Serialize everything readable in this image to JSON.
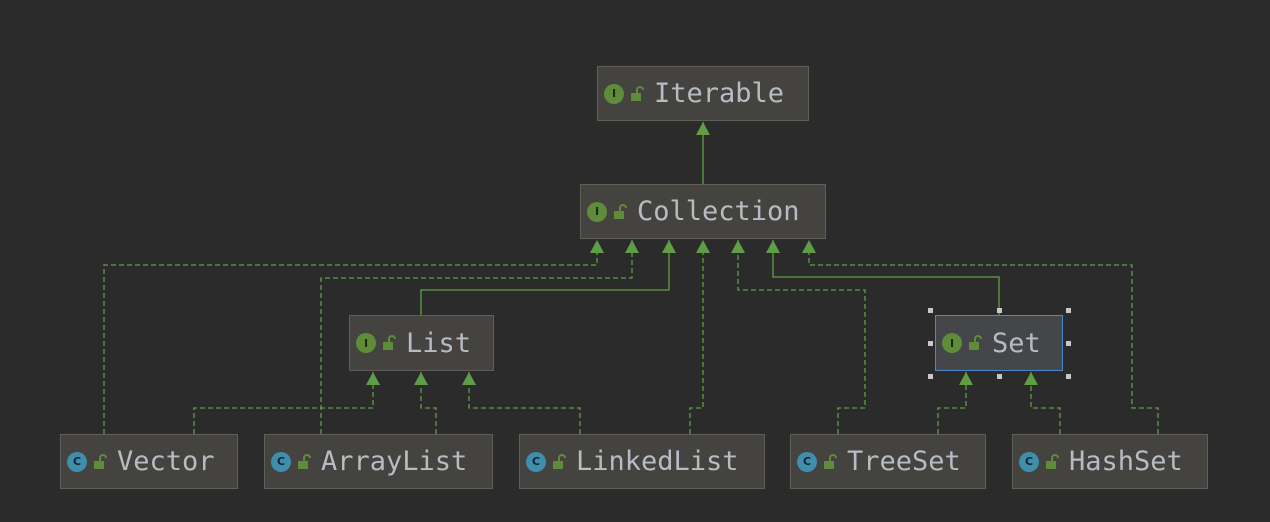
{
  "diagram": {
    "nodes": [
      {
        "id": "iterable",
        "kind": "interface",
        "badge": "I",
        "label": "Iterable",
        "lock": "lock-open-icon"
      },
      {
        "id": "collection",
        "kind": "interface",
        "badge": "I",
        "label": "Collection",
        "lock": "lock-open-icon"
      },
      {
        "id": "list",
        "kind": "interface",
        "badge": "I",
        "label": "List",
        "lock": "lock-open-icon"
      },
      {
        "id": "set",
        "kind": "interface",
        "badge": "I",
        "label": "Set",
        "lock": "lock-open-icon",
        "selected": true
      },
      {
        "id": "vector",
        "kind": "class",
        "badge": "C",
        "label": "Vector",
        "lock": "lock-open-icon"
      },
      {
        "id": "arraylist",
        "kind": "class",
        "badge": "C",
        "label": "ArrayList",
        "lock": "lock-open-icon"
      },
      {
        "id": "linkedlist",
        "kind": "class",
        "badge": "C",
        "label": "LinkedList",
        "lock": "lock-open-icon"
      },
      {
        "id": "treeset",
        "kind": "class",
        "badge": "C",
        "label": "TreeSet",
        "lock": "lock-open-icon"
      },
      {
        "id": "hashset",
        "kind": "class",
        "badge": "C",
        "label": "HashSet",
        "lock": "lock-open-icon"
      }
    ],
    "edges": [
      {
        "from": "collection",
        "to": "iterable",
        "style": "extends"
      },
      {
        "from": "list",
        "to": "collection",
        "style": "extends"
      },
      {
        "from": "set",
        "to": "collection",
        "style": "extends"
      },
      {
        "from": "vector",
        "to": "collection",
        "style": "implements"
      },
      {
        "from": "arraylist",
        "to": "collection",
        "style": "implements"
      },
      {
        "from": "linkedlist",
        "to": "collection",
        "style": "implements"
      },
      {
        "from": "treeset",
        "to": "collection",
        "style": "implements"
      },
      {
        "from": "hashset",
        "to": "collection",
        "style": "implements"
      },
      {
        "from": "vector",
        "to": "list",
        "style": "implements"
      },
      {
        "from": "arraylist",
        "to": "list",
        "style": "implements"
      },
      {
        "from": "linkedlist",
        "to": "list",
        "style": "implements"
      },
      {
        "from": "treeset",
        "to": "set",
        "style": "implements"
      },
      {
        "from": "hashset",
        "to": "set",
        "style": "implements"
      }
    ]
  },
  "colors": {
    "background": "#2b2b2b",
    "node_fill": "#44433f",
    "node_border": "#5f5e59",
    "selected_border": "#4a88c7",
    "edge": "#5f9e45",
    "interface_badge": "#5e8c3a",
    "class_badge": "#3f8eac",
    "label_text": "#b7bcc4"
  }
}
